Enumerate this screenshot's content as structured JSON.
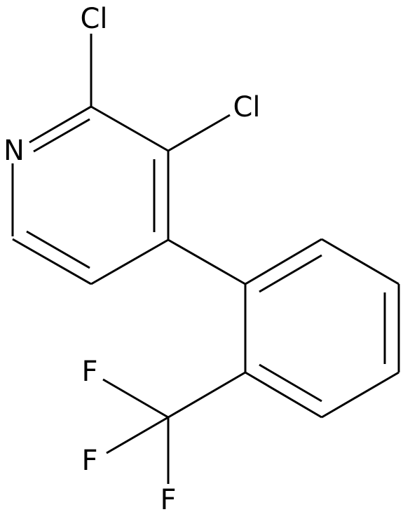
{
  "molecule": {
    "atoms": {
      "cl_top": "Cl",
      "cl_right": "Cl",
      "nitrogen": "N",
      "fluorine_top": "F",
      "fluorine_left": "F",
      "fluorine_bottom": "F"
    },
    "colors": {
      "bond": "#000000",
      "label": "#000000",
      "background": "#ffffff"
    }
  }
}
